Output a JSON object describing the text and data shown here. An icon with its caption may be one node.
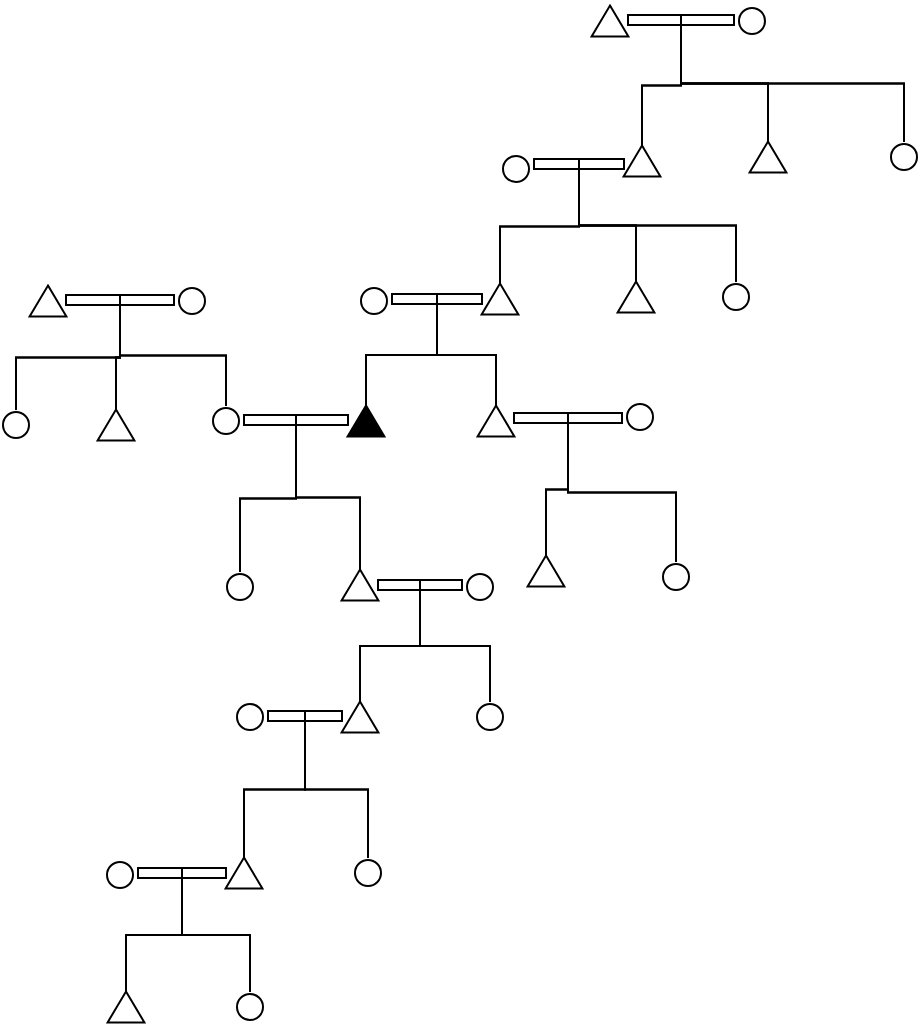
{
  "diagram": {
    "nodes": [
      {
        "text": [],
        "shape": "triangle"
      },
      {
        "text": [],
        "shape": "circle"
      },
      {
        "text": [],
        "shape": "circle"
      },
      {
        "text": [],
        "shape": "triangle"
      },
      {
        "text": [],
        "shape": "triangle"
      },
      {
        "text": [],
        "shape": "circle"
      },
      {
        "text": [],
        "shape": "triangle"
      },
      {
        "text": [],
        "shape": "circle"
      },
      {
        "text": [],
        "shape": "circle"
      },
      {
        "text": [],
        "shape": "triangle"
      },
      {
        "text": [],
        "shape": "triangle"
      },
      {
        "text": [],
        "shape": "circle"
      },
      {
        "text": [],
        "shape": "circle"
      },
      {
        "text": [],
        "shape": "triangle"
      },
      {
        "text": [],
        "shape": "circle"
      },
      {
        "text": [],
        "shape": "triangle"
      },
      {
        "text": [],
        "shape": "triangle"
      },
      {
        "text": [],
        "shape": "circle"
      },
      {
        "text": [],
        "shape": "circle"
      },
      {
        "text": [],
        "shape": "triangle"
      },
      {
        "text": [],
        "shape": "circle"
      },
      {
        "text": [],
        "shape": "triangle"
      },
      {
        "text": [],
        "shape": "circle"
      },
      {
        "text": [],
        "shape": "circle"
      },
      {
        "text": [],
        "shape": "triangle"
      },
      {
        "text": [],
        "shape": "circle"
      },
      {
        "text": [],
        "shape": "circle"
      },
      {
        "text": [],
        "shape": "triangle"
      },
      {
        "text": [],
        "shape": "circle"
      },
      {
        "text": [],
        "shape": "triangle"
      },
      {
        "text": [],
        "shape": "circle"
      }
    ],
    "edges": [
      {
        "from": 0,
        "to": 1,
        "arrow": "none"
      },
      {
        "from": 0,
        "to": 3,
        "arrow": "none"
      },
      {
        "from": 0,
        "to": 4,
        "arrow": "none"
      },
      {
        "from": 0,
        "to": 5,
        "arrow": "none"
      },
      {
        "from": 1,
        "to": 3,
        "arrow": "none"
      },
      {
        "from": 1,
        "to": 4,
        "arrow": "none"
      },
      {
        "from": 1,
        "to": 5,
        "arrow": "none"
      },
      {
        "from": 2,
        "to": 3,
        "arrow": "none"
      },
      {
        "from": 2,
        "to": 9,
        "arrow": "none"
      },
      {
        "from": 2,
        "to": 10,
        "arrow": "none"
      },
      {
        "from": 2,
        "to": 11,
        "arrow": "none"
      },
      {
        "from": 3,
        "to": 9,
        "arrow": "none"
      },
      {
        "from": 3,
        "to": 10,
        "arrow": "none"
      },
      {
        "from": 3,
        "to": 11,
        "arrow": "none"
      },
      {
        "from": 6,
        "to": 7,
        "arrow": "none"
      },
      {
        "from": 6,
        "to": 12,
        "arrow": "none"
      },
      {
        "from": 6,
        "to": 13,
        "arrow": "none"
      },
      {
        "from": 6,
        "to": 14,
        "arrow": "none"
      },
      {
        "from": 7,
        "to": 12,
        "arrow": "none"
      },
      {
        "from": 7,
        "to": 13,
        "arrow": "none"
      },
      {
        "from": 7,
        "to": 14,
        "arrow": "none"
      },
      {
        "from": 8,
        "to": 9,
        "arrow": "none"
      },
      {
        "from": 8,
        "to": 15,
        "arrow": "none"
      },
      {
        "from": 8,
        "to": 16,
        "arrow": "none"
      },
      {
        "from": 9,
        "to": 15,
        "arrow": "none"
      },
      {
        "from": 9,
        "to": 16,
        "arrow": "none"
      },
      {
        "from": 14,
        "to": 15,
        "arrow": "none"
      },
      {
        "from": 14,
        "to": 18,
        "arrow": "none"
      },
      {
        "from": 14,
        "to": 19,
        "arrow": "none"
      },
      {
        "from": 15,
        "to": 18,
        "arrow": "none"
      },
      {
        "from": 15,
        "to": 19,
        "arrow": "none"
      },
      {
        "from": 16,
        "to": 17,
        "arrow": "none"
      },
      {
        "from": 16,
        "to": 21,
        "arrow": "none"
      },
      {
        "from": 16,
        "to": 22,
        "arrow": "none"
      },
      {
        "from": 17,
        "to": 21,
        "arrow": "none"
      },
      {
        "from": 17,
        "to": 22,
        "arrow": "none"
      },
      {
        "from": 19,
        "to": 20,
        "arrow": "none"
      },
      {
        "from": 19,
        "to": 24,
        "arrow": "none"
      },
      {
        "from": 19,
        "to": 25,
        "arrow": "none"
      },
      {
        "from": 20,
        "to": 24,
        "arrow": "none"
      },
      {
        "from": 20,
        "to": 25,
        "arrow": "none"
      },
      {
        "from": 23,
        "to": 24,
        "arrow": "none"
      },
      {
        "from": 23,
        "to": 27,
        "arrow": "none"
      },
      {
        "from": 23,
        "to": 28,
        "arrow": "none"
      },
      {
        "from": 24,
        "to": 27,
        "arrow": "none"
      },
      {
        "from": 24,
        "to": 28,
        "arrow": "none"
      },
      {
        "from": 26,
        "to": 27,
        "arrow": "none"
      },
      {
        "from": 26,
        "to": 29,
        "arrow": "none"
      },
      {
        "from": 26,
        "to": 30,
        "arrow": "none"
      },
      {
        "from": 27,
        "to": 29,
        "arrow": "none"
      },
      {
        "from": 27,
        "to": 30,
        "arrow": "none"
      }
    ]
  }
}
